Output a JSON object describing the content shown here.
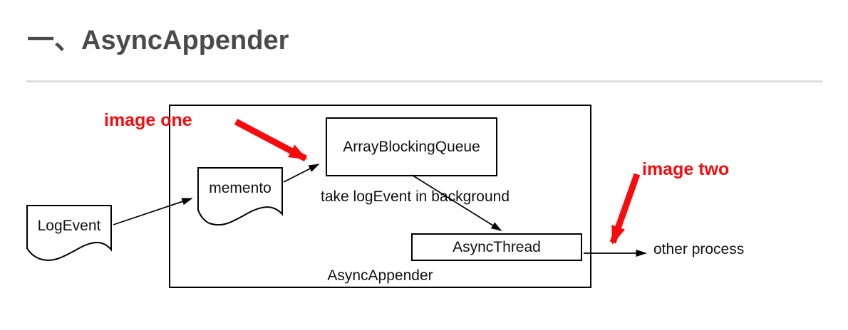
{
  "header": {
    "title": "一、AsyncAppender"
  },
  "diagram": {
    "frame_label": "AsyncAppender",
    "nodes": {
      "logevent": "LogEvent",
      "memento": "memento",
      "array_blocking_queue": "ArrayBlockingQueue",
      "async_thread": "AsyncThread"
    },
    "labels": {
      "take_background": "take logEvent in background",
      "other_process": "other process"
    },
    "annotations": {
      "image_one": "image one",
      "image_two": "image two"
    },
    "colors": {
      "annotation_red": "#f70b0c",
      "diagram_line": "#000000",
      "title_text": "#4a4a4a",
      "divider": "#dcdcdc"
    }
  }
}
